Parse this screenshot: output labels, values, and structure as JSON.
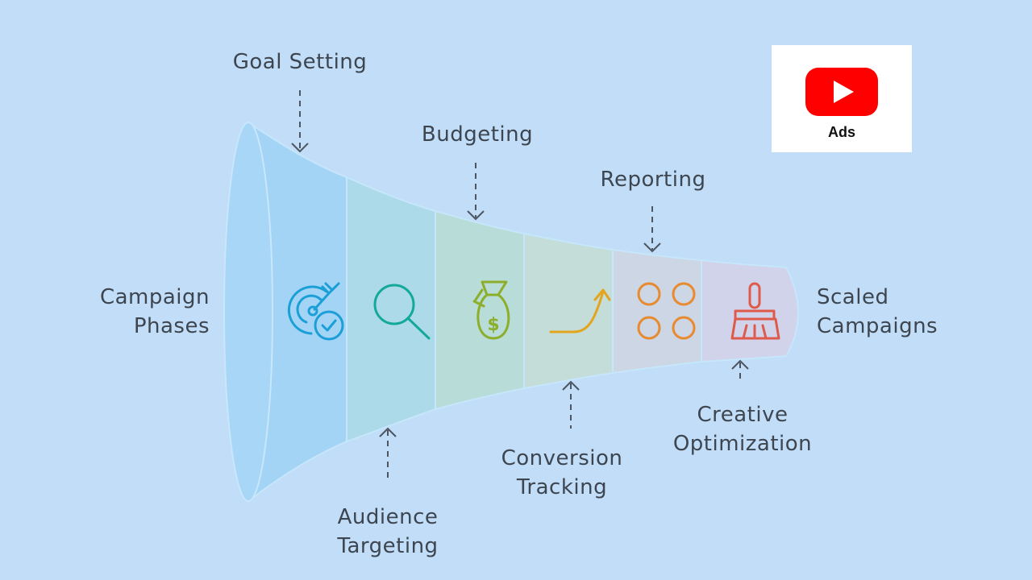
{
  "labels": {
    "left": [
      "Campaign",
      "Phases"
    ],
    "goal_setting": "Goal Setting",
    "budgeting": "Budgeting",
    "reporting": "Reporting",
    "audience_targeting": [
      "Audience",
      "Targeting"
    ],
    "conversion_tracking": [
      "Conversion",
      "Tracking"
    ],
    "creative_optimization": [
      "Creative",
      "Optimization"
    ],
    "right": [
      "Scaled",
      "Campaigns"
    ]
  },
  "logo": {
    "text": "Ads"
  },
  "stages": [
    {
      "icon": "target-check-icon",
      "color": "#1a9fd6"
    },
    {
      "icon": "search-icon",
      "color": "#12a89a"
    },
    {
      "icon": "money-bag-icon",
      "color": "#8cae2a"
    },
    {
      "icon": "growth-arrow-icon",
      "color": "#e3a51d"
    },
    {
      "icon": "grid-circles-icon",
      "color": "#e88a30"
    },
    {
      "icon": "brush-icon",
      "color": "#de5a4a"
    }
  ]
}
